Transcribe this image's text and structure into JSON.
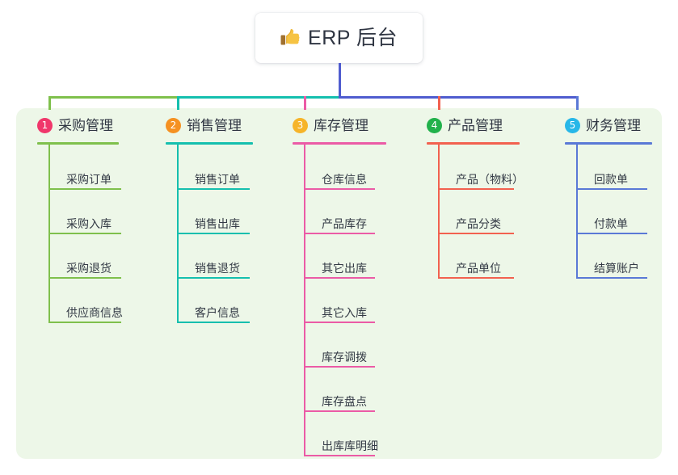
{
  "root": {
    "title": "ERP 后台",
    "icon": "thumbs-up-icon",
    "icon_glyph": "👍"
  },
  "palette": {
    "page_background": "#ffffff",
    "panel_background": "#edf7e8",
    "text": "#2f3542",
    "leaf_text": "#333a45",
    "root_trunk": "#4f5ccf"
  },
  "columns": [
    {
      "number": "1",
      "title": "采购管理",
      "badge_color": "#f0376b",
      "line_color": "#7fc04c",
      "items": [
        {
          "label": "采购订单"
        },
        {
          "label": "采购入库"
        },
        {
          "label": "采购退货"
        },
        {
          "label": "供应商信息"
        }
      ]
    },
    {
      "number": "2",
      "title": "销售管理",
      "badge_color": "#f59121",
      "line_color": "#15bfae",
      "items": [
        {
          "label": "销售订单"
        },
        {
          "label": "销售出库"
        },
        {
          "label": "销售退货"
        },
        {
          "label": "客户信息"
        }
      ]
    },
    {
      "number": "3",
      "title": "库存管理",
      "badge_color": "#f6b429",
      "line_color": "#eb5ba6",
      "items": [
        {
          "label": "仓库信息"
        },
        {
          "label": "产品库存"
        },
        {
          "label": "其它出库"
        },
        {
          "label": "其它入库"
        },
        {
          "label": "库存调拨"
        },
        {
          "label": "库存盘点"
        },
        {
          "label": "出库库明细"
        }
      ]
    },
    {
      "number": "4",
      "title": "产品管理",
      "badge_color": "#21b14b",
      "line_color": "#f2614f",
      "items": [
        {
          "label": "产品（物料）"
        },
        {
          "label": "产品分类"
        },
        {
          "label": "产品单位"
        }
      ]
    },
    {
      "number": "5",
      "title": "财务管理",
      "badge_color": "#27b7e8",
      "line_color": "#5a79d6",
      "items": [
        {
          "label": "回款单"
        },
        {
          "label": "付款单"
        },
        {
          "label": "结算账户"
        }
      ]
    }
  ]
}
